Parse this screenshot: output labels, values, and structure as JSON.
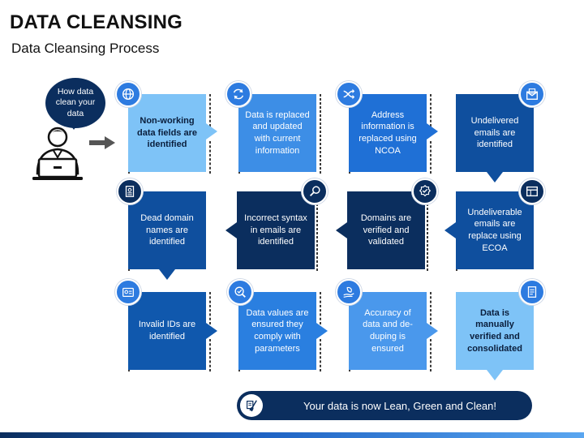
{
  "header": {
    "title": "DATA CLEANSING",
    "subtitle": "Data Cleansing Process"
  },
  "intro": {
    "bubble_text": "How data clean your data"
  },
  "steps": [
    {
      "text": "Non-working data fields are identified",
      "icon": "globe-icon",
      "color": "#7ec3f7"
    },
    {
      "text": "Data is replaced and updated with current information",
      "icon": "refresh-icon",
      "color": "#3d8ee6"
    },
    {
      "text": "Address information is replaced using NCOA",
      "icon": "shuffle-icon",
      "color": "#1f70d6"
    },
    {
      "text": "Undelivered emails are identified",
      "icon": "envelope-icon",
      "color": "#0f4f9e"
    },
    {
      "text": "Undeliverable emails are replace using ECOA",
      "icon": "window-icon",
      "color": "#0f4f9e"
    },
    {
      "text": "Domains are verified and validated",
      "icon": "badge-check-icon",
      "color": "#0b2e5e"
    },
    {
      "text": "Incorrect syntax in emails are identified",
      "icon": "magnifier-icon",
      "color": "#0b2e5e"
    },
    {
      "text": "Dead domain names are identified",
      "icon": "document-icon",
      "color": "#0f4f9e"
    },
    {
      "text": "Invalid IDs are identified",
      "icon": "id-card-icon",
      "color": "#1058ad"
    },
    {
      "text": "Data values are ensured they comply with parameters",
      "icon": "search-check-icon",
      "color": "#2a7fe0"
    },
    {
      "text": "Accuracy of data and de-duping is ensured",
      "icon": "hand-leaf-icon",
      "color": "#4a98ec"
    },
    {
      "text": "Data is manually verified and consolidated",
      "icon": "checklist-icon",
      "color": "#7ec3f7"
    }
  ],
  "banner": {
    "text": "Your data is now Lean, Green and Clean!",
    "icon": "broom-icon"
  },
  "colors": {
    "navy": "#0b2e5e",
    "accent": "#2d7be0"
  }
}
